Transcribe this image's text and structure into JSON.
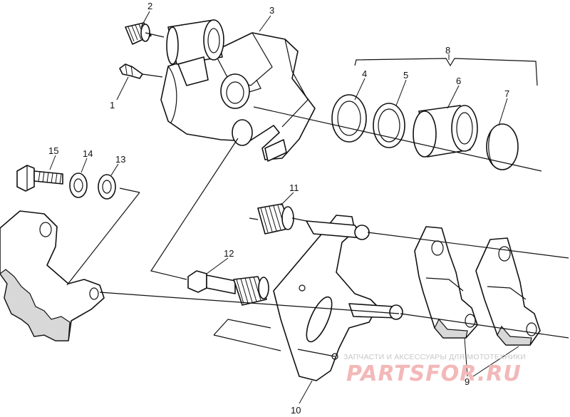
{
  "callouts": [
    "1",
    "2",
    "3",
    "4",
    "5",
    "6",
    "7",
    "8",
    "9",
    "10",
    "11",
    "12",
    "13",
    "14",
    "15"
  ],
  "watermark": {
    "caption": "ЗАПЧАСТИ И АКСЕССУАРЫ ДЛЯ МОТОТЕХНИКИ",
    "brand": "PARTSFOR.RU",
    "color": "#f3b8b8"
  }
}
